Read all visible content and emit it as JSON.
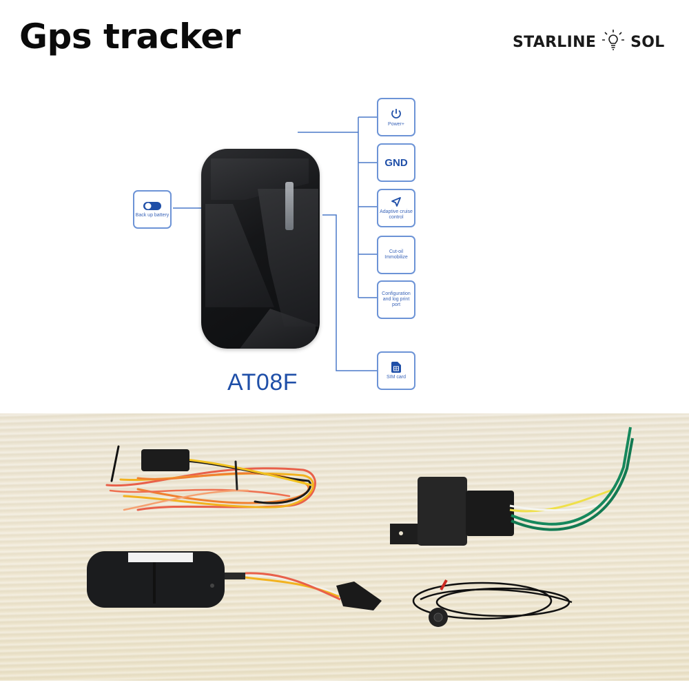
{
  "header": {
    "title": "Gps tracker",
    "brand": {
      "left": "STARLINE",
      "right": "SOL",
      "icon": "lightbulb-icon"
    }
  },
  "diagram": {
    "model": "AT08F",
    "accent_color": "#1f4fa8",
    "line_color": "#4a78c8",
    "left_ports": [
      {
        "label": "Back up battery",
        "icon": "toggle-switch-icon"
      }
    ],
    "right_ports": [
      {
        "label": "Power+",
        "icon": "power-icon"
      },
      {
        "label": "GND",
        "icon": "none"
      },
      {
        "label": "Adaptive cruise control",
        "icon": "navigation-arrow-icon"
      },
      {
        "label": "Cut-oil Immobilize",
        "icon": "none"
      },
      {
        "label": "Configuration and log print port",
        "icon": "none"
      },
      {
        "label": "SIM card",
        "icon": "sim-card-icon"
      }
    ]
  },
  "photo": {
    "items": [
      "wire harness",
      "relay with green/yellow/white wires",
      "GPS tracker unit with connector",
      "SOS button cable"
    ]
  }
}
